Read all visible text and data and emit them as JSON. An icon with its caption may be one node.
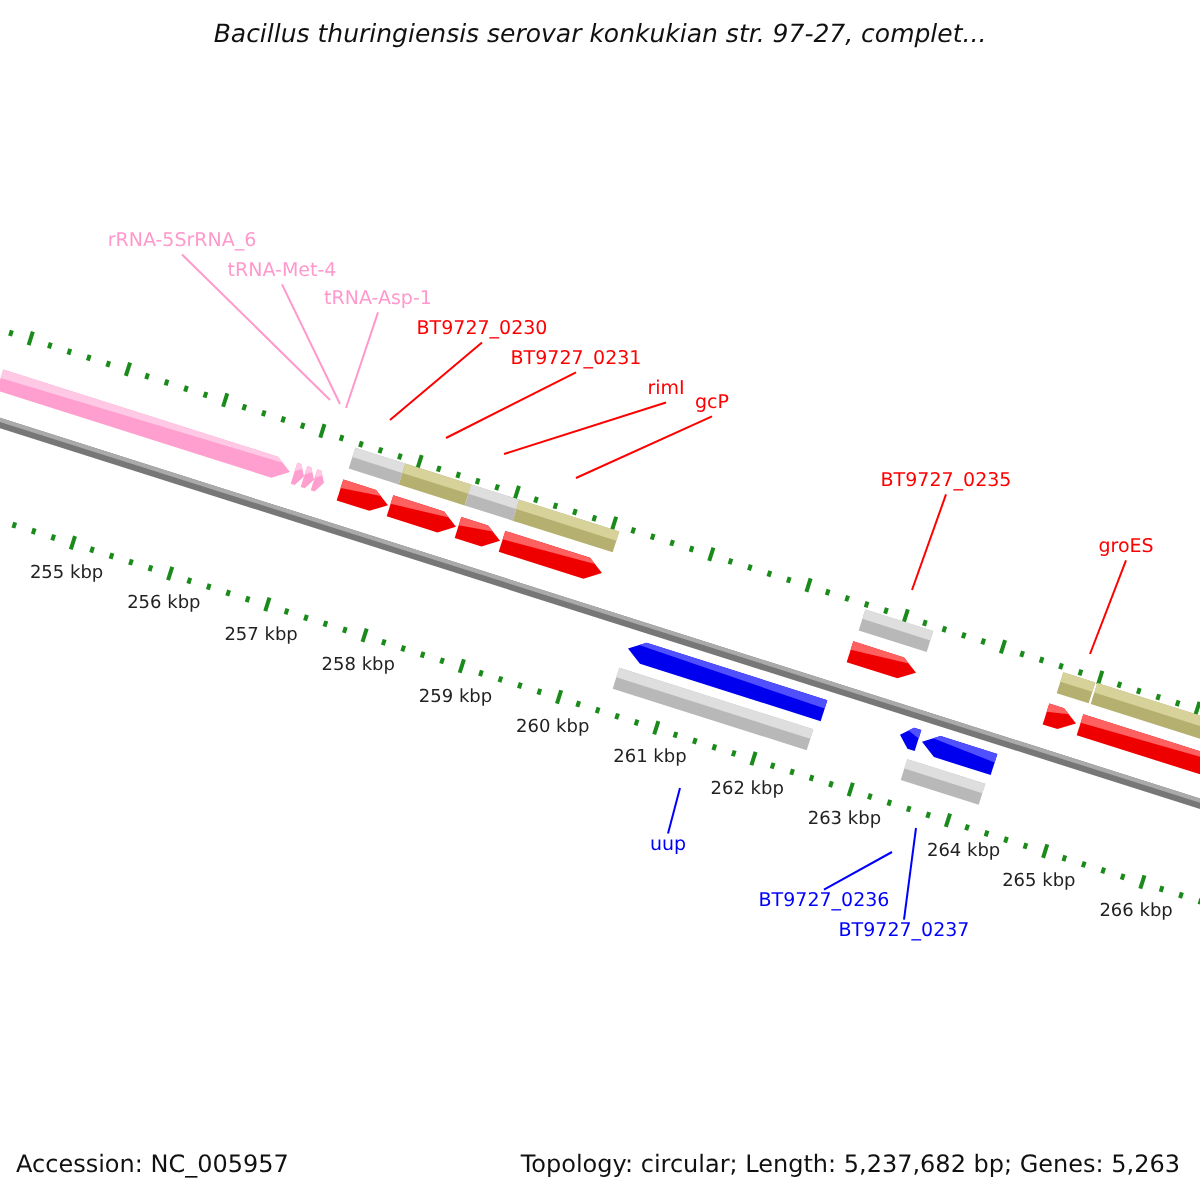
{
  "diagram": {
    "title": "Bacillus thuringiensis serovar konkukian str. 97-27, complet...",
    "nodes": [
      {
        "text": [
          "rRNA-5SrRNA_6"
        ]
      },
      {
        "text": [
          "tRNA-Met-4"
        ]
      },
      {
        "text": [
          "tRNA-Asp-1"
        ]
      },
      {
        "text": [
          "BT9727_0230"
        ]
      },
      {
        "text": [
          "BT9727_0231"
        ]
      },
      {
        "text": [
          "rimI"
        ]
      },
      {
        "text": [
          "gcP"
        ]
      },
      {
        "text": [
          "BT9727_0235"
        ]
      },
      {
        "text": [
          "groES"
        ]
      },
      {
        "text": [
          "uup"
        ]
      },
      {
        "text": [
          "BT9727_0236"
        ]
      },
      {
        "text": [
          "BT9727_0237"
        ]
      }
    ],
    "edges": [
      {
        "from": 0,
        "to": null,
        "arrow": "none",
        "color": "#ff99cc"
      },
      {
        "from": 1,
        "to": null,
        "arrow": "none",
        "color": "#ff99cc"
      },
      {
        "from": 2,
        "to": null,
        "arrow": "none",
        "color": "#ff99cc"
      },
      {
        "from": 3,
        "to": null,
        "arrow": "none"
      },
      {
        "from": 4,
        "to": null,
        "arrow": "none"
      },
      {
        "from": 5,
        "to": null,
        "arrow": "none"
      },
      {
        "from": 6,
        "to": null,
        "arrow": "none"
      },
      {
        "from": 7,
        "to": null,
        "arrow": "none"
      },
      {
        "from": 8,
        "to": null,
        "arrow": "none"
      },
      {
        "from": 9,
        "to": null,
        "arrow": "none",
        "color": "#0000ff"
      },
      {
        "from": 10,
        "to": null,
        "arrow": "none",
        "color": "#0000ff"
      },
      {
        "from": 11,
        "to": null,
        "arrow": "none",
        "color": "#0000ff"
      }
    ],
    "labels": [
      "255 kbp",
      "256 kbp",
      "257 kbp",
      "258 kbp",
      "259 kbp",
      "260 kbp",
      "261 kbp",
      "262 kbp",
      "263 kbp",
      "264 kbp",
      "265 kbp",
      "266 kbp",
      "Accession: NC_005957",
      "Topology: circular; Length: 5,237,682 bp; Genes: 5,263"
    ]
  }
}
